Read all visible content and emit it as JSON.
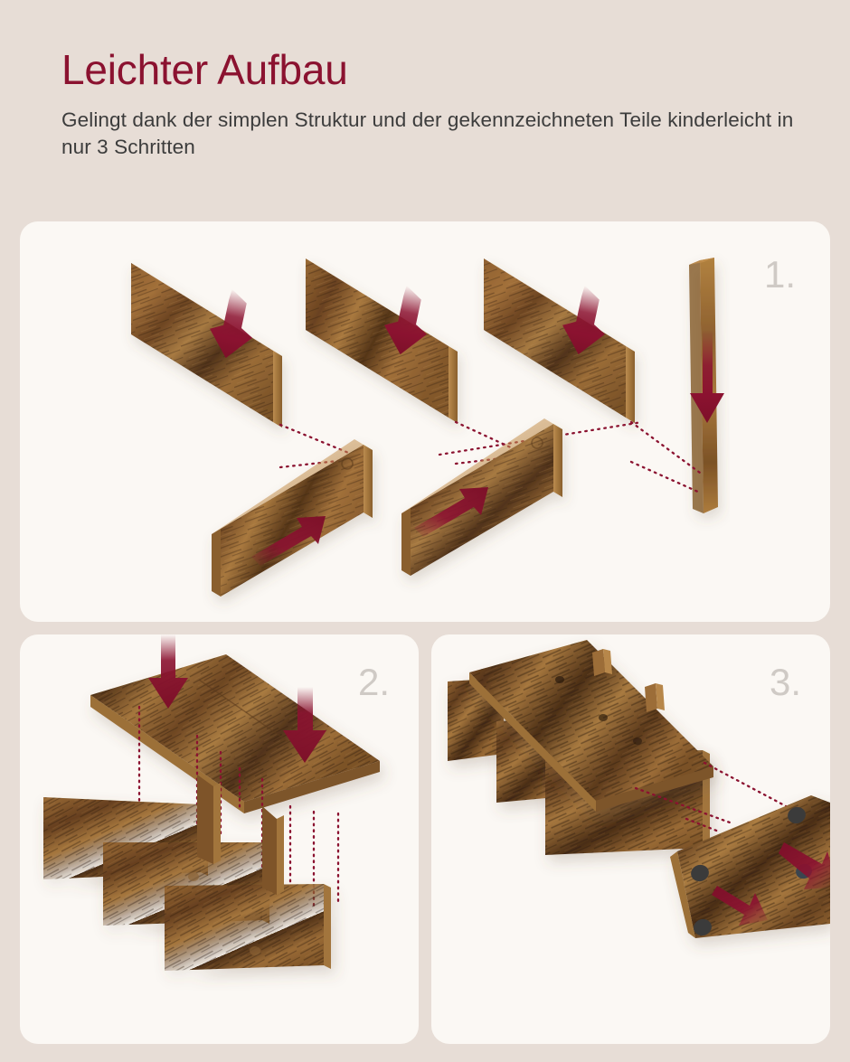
{
  "header": {
    "title": "Leichter Aufbau",
    "subtitle": "Gelingt dank der simplen Struktur und der gekennzeichneten Teile kinderleicht in nur 3 Schritten"
  },
  "colors": {
    "page_background": "#e7ddd6",
    "panel_background": "#fbf8f4",
    "title": "#8b1230",
    "subtitle": "#3c3c3c",
    "step_number": "#cfcac5",
    "arrow": "#8b1230",
    "dotted_line": "#8b1230",
    "wood_light": "#b07c3e",
    "wood_mid": "#8a5a2c",
    "wood_dark": "#3a2414",
    "wood_edge": "#a5743c",
    "peg": "#3b3b3b"
  },
  "steps": [
    {
      "number": "1.",
      "name": "step-1",
      "description": "Sechs Holzplatten mit roten Pfeilen und gepunkteten Verbindungslinien"
    },
    {
      "number": "2.",
      "name": "step-2",
      "description": "Deckplatte wird von oben auf die Seitenteile gesetzt"
    },
    {
      "number": "3.",
      "name": "step-3",
      "description": "Rückwand wird seitlich angesetzt"
    }
  ]
}
